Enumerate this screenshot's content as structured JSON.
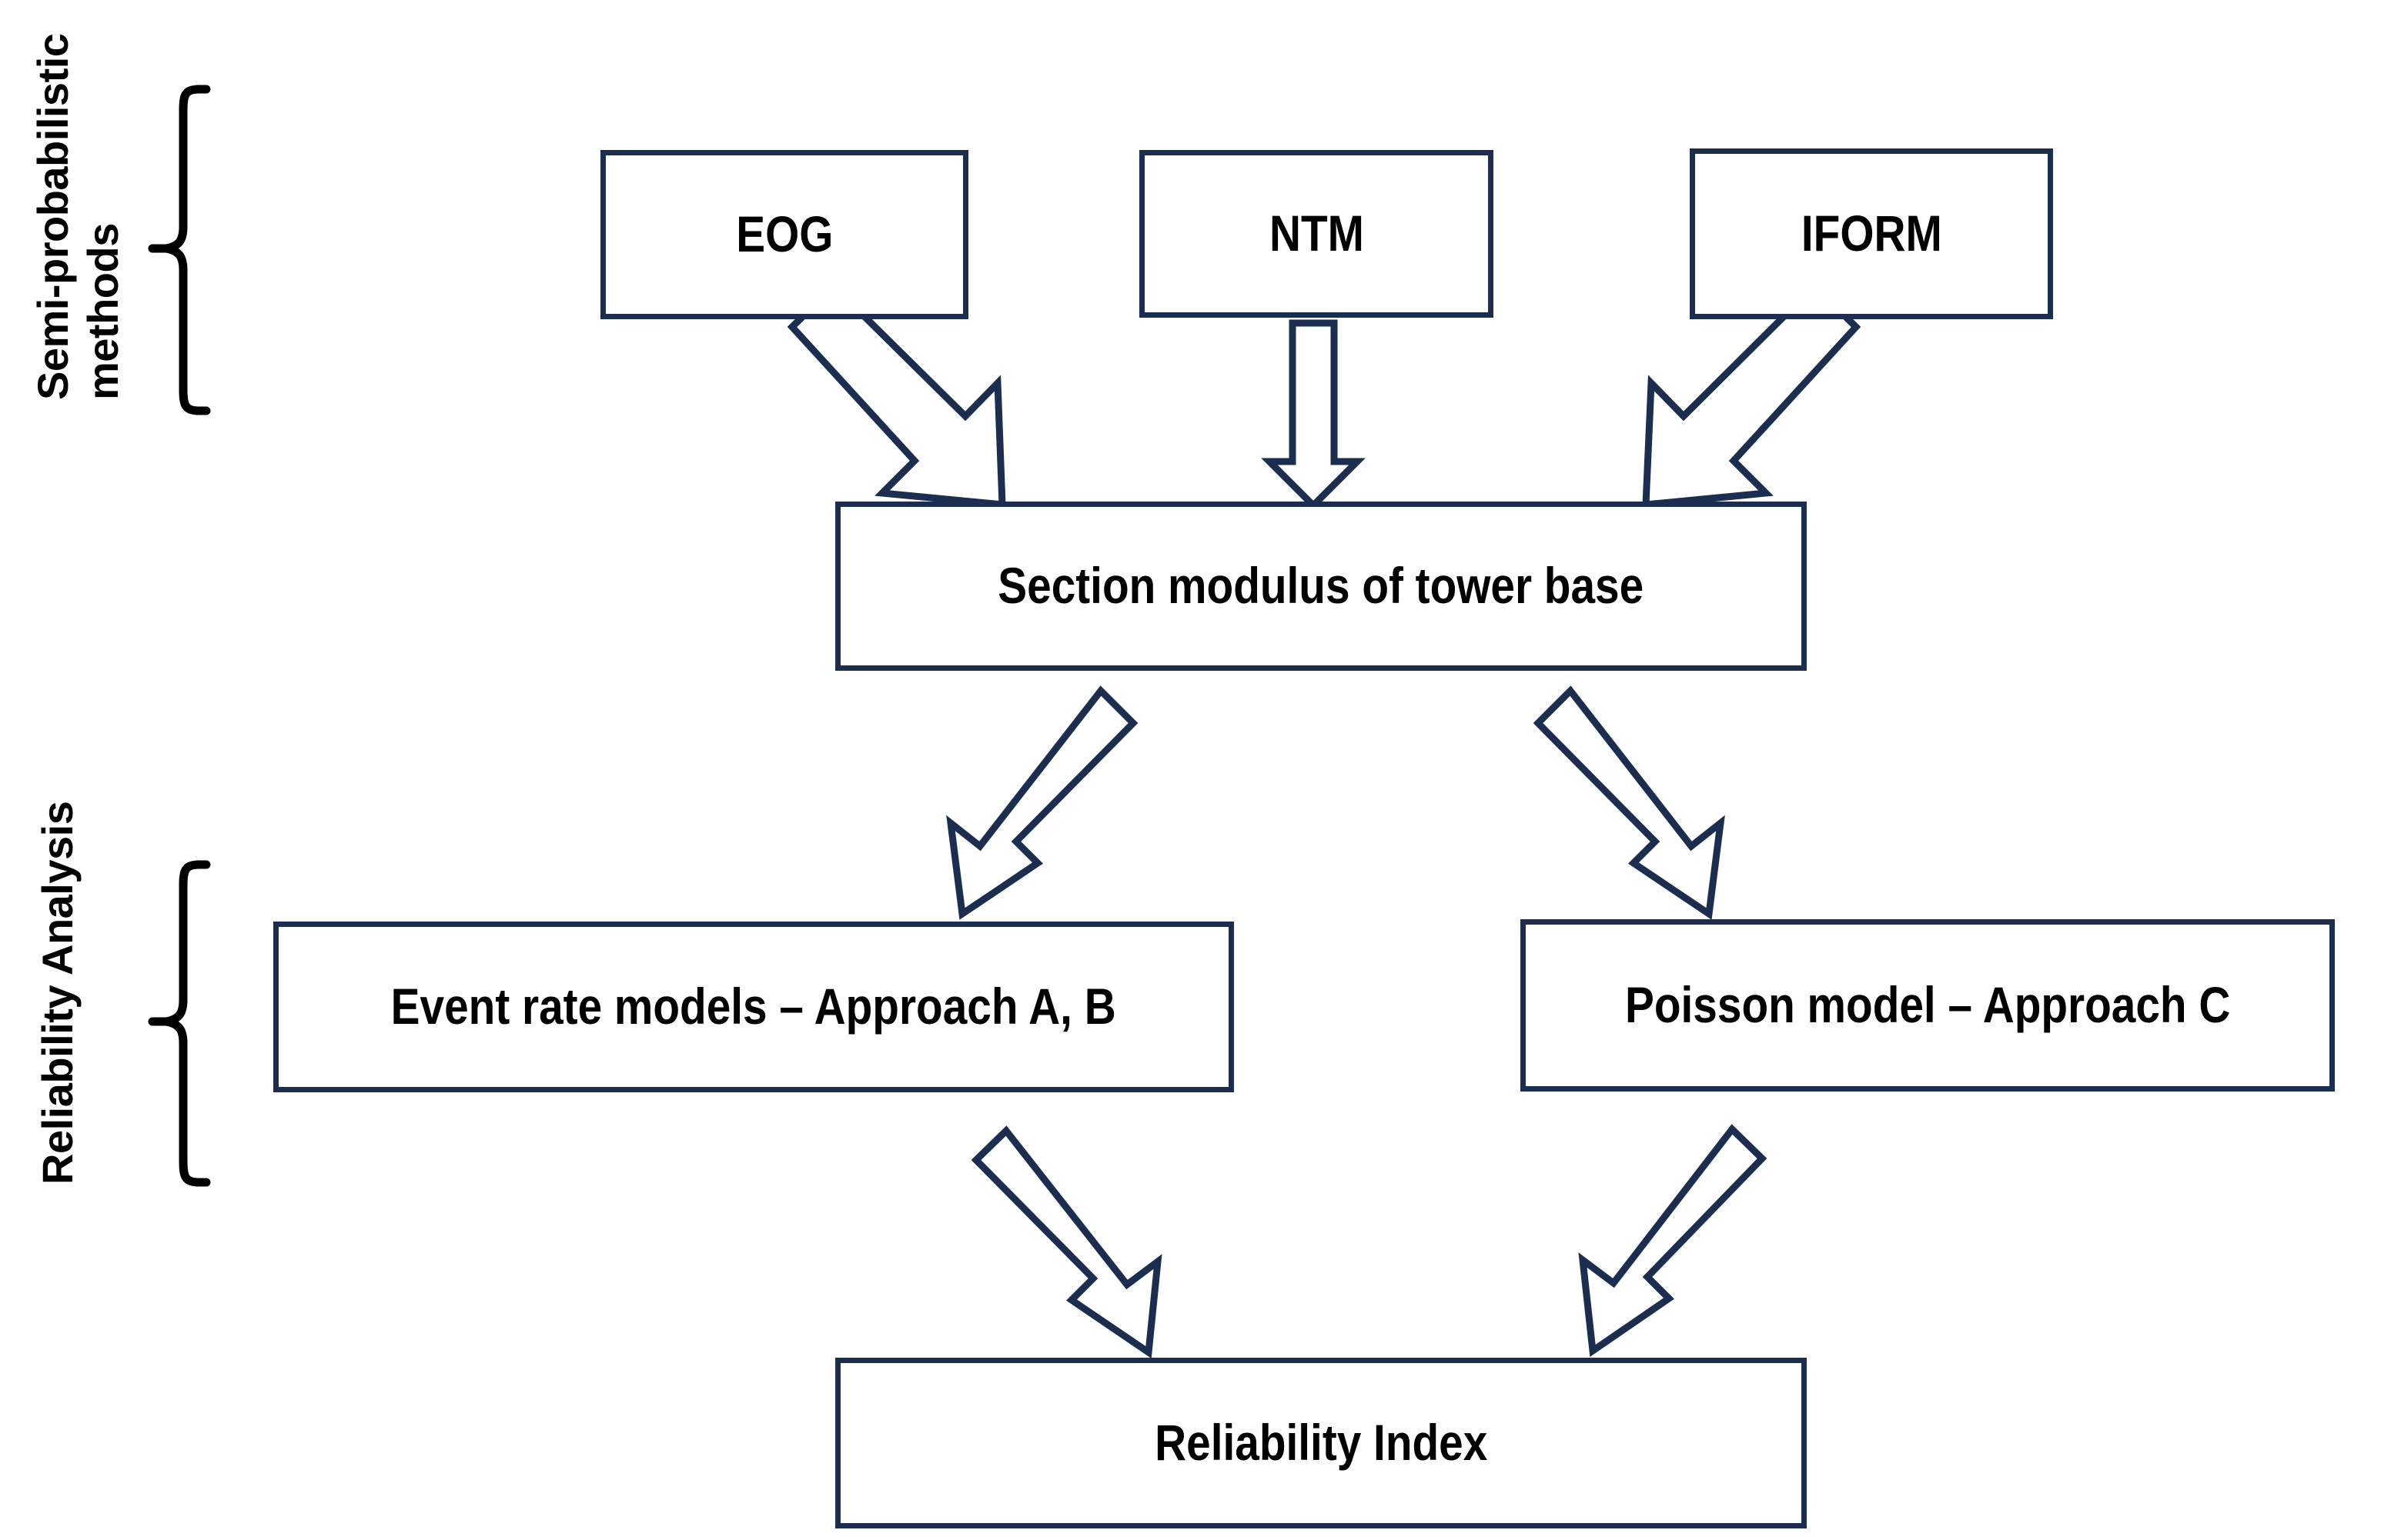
{
  "diagram": {
    "title": "Reliability assessment flowchart",
    "accent_color": "#1B2E4F",
    "text_color": "#000000",
    "background_color": "#FFFFFF",
    "groups": [
      {
        "id": "semi-probabilistic",
        "label": "Semi-probabilistic\nmethods",
        "label_line1": "Semi-probabilistic",
        "label_line2": "methods"
      },
      {
        "id": "reliability-analysis",
        "label": "Reliability Analysis",
        "label_line1": "Reliability Analysis",
        "label_line2": ""
      }
    ],
    "nodes": [
      {
        "id": "eog",
        "label": "EOG"
      },
      {
        "id": "ntm",
        "label": "NTM"
      },
      {
        "id": "iform",
        "label": "IFORM"
      },
      {
        "id": "section-modulus",
        "label": "Section modulus of tower base"
      },
      {
        "id": "event-rate",
        "label": "Event rate models – Approach A, B"
      },
      {
        "id": "poisson",
        "label": "Poisson model – Approach C"
      },
      {
        "id": "reliability-index",
        "label": "Reliability Index"
      }
    ],
    "edges": [
      {
        "from": "eog",
        "to": "section-modulus",
        "direction": "down-right"
      },
      {
        "from": "ntm",
        "to": "section-modulus",
        "direction": "down"
      },
      {
        "from": "iform",
        "to": "section-modulus",
        "direction": "down-left"
      },
      {
        "from": "section-modulus",
        "to": "event-rate",
        "direction": "down-left"
      },
      {
        "from": "section-modulus",
        "to": "poisson",
        "direction": "down-right"
      },
      {
        "from": "event-rate",
        "to": "reliability-index",
        "direction": "down-right"
      },
      {
        "from": "poisson",
        "to": "reliability-index",
        "direction": "down-left"
      }
    ]
  }
}
